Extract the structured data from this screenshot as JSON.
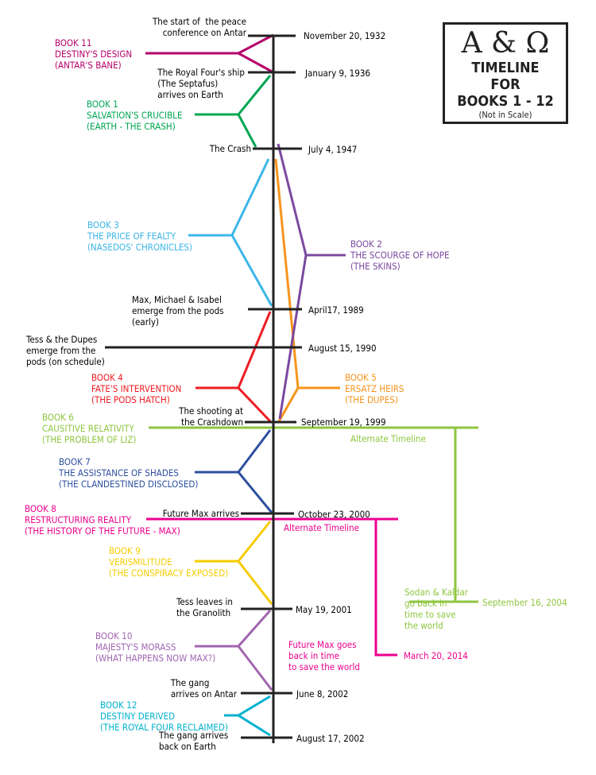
{
  "title": {
    "symbol": "A & Ω",
    "line1": "TIMELINE",
    "line2": "FOR",
    "line3": "BOOKS 1 - 12",
    "note": "(Not in Scale)"
  },
  "events": [
    {
      "label": "The start of  the peace\nconference on Antar",
      "date": "November 20, 1932"
    },
    {
      "label": "The Royal Four's ship\n(The Septafus)\narrives on Earth",
      "date": "January 9, 1936"
    },
    {
      "label": "The Crash",
      "date": "July 4, 1947"
    },
    {
      "label": "Max, Michael & Isabel\nemerge from the pods\n(early)",
      "date": "April17, 1989"
    },
    {
      "label": "Tess & the Dupes\nemerge from the\npods (on schedule)",
      "date": "August 15, 1990"
    },
    {
      "label": "The shooting at\nthe Crashdown",
      "date": "September 19, 1999"
    },
    {
      "label": "Future Max arrives",
      "date": "October 23, 2000"
    },
    {
      "label": "Tess leaves in\nthe Granolith",
      "date": "May 19, 2001"
    },
    {
      "label": "The gang\narrives on Antar",
      "date": "June 8, 2002"
    },
    {
      "label": "The gang arrives\nback on Earth",
      "date": "August 17, 2002"
    }
  ],
  "books": [
    {
      "text": "BOOK 11\nDESTINY'S DESIGN\n(ANTAR'S BANE)",
      "color": "#b5006b"
    },
    {
      "text": "BOOK 1\nSALVATION'S CRUCIBLE\n(EARTH - THE CRASH)",
      "color": "#00a651"
    },
    {
      "text": "BOOK 3\nTHE PRICE OF FEALTY\n(NASEDOS' CHRONICLES)",
      "color": "#3cb6e8"
    },
    {
      "text": "BOOK 2\nTHE SCOURGE OF HOPE\n(THE SKINS)",
      "color": "#7b48a0"
    },
    {
      "text": "BOOK 4\nFATE'S INTERVENTION\n(THE PODS HATCH)",
      "color": "#ed1c24"
    },
    {
      "text": "BOOK 5\nERSATZ HEIRS\n(THE DUPES)",
      "color": "#f7941d"
    },
    {
      "text": "BOOK 6\nCAUSITIVE RELATIVITY\n(THE PROBLEM OF LIZ)",
      "color": "#8dc63f"
    },
    {
      "text": "BOOK 7\nTHE ASSISTANCE OF SHADES\n(THE CLANDESTINED DISCLOSED)",
      "color": "#2e4f9f"
    },
    {
      "text": "BOOK 8\nRESTRUCTURING REALITY\n(THE HISTORY OF THE FUTURE - MAX)",
      "color": "#ec008c"
    },
    {
      "text": "BOOK 9\nVERISMILITUDE\n(THE CONSPIRACY EXPOSED)",
      "color": "#f5cc00"
    },
    {
      "text": "BOOK 10\nMAJESTY'S MORASS\n(WHAT HAPPENS NOW MAX?)",
      "color": "#a066b0"
    },
    {
      "text": "BOOK 12\nDESTINY DERIVED\n(THE ROYAL FOUR RECLAIMED)",
      "color": "#00b1cf"
    }
  ],
  "alternate": {
    "green_label": "Alternate Timeline",
    "green_event": "Sodan & Kaldar\ngo back in\ntime to save\nthe world",
    "green_date": "September 16, 2004",
    "pink_label": "Alternate Timeline",
    "pink_event": "Future Max goes\nback in time\nto save the world",
    "pink_date": "March 20, 2014"
  }
}
